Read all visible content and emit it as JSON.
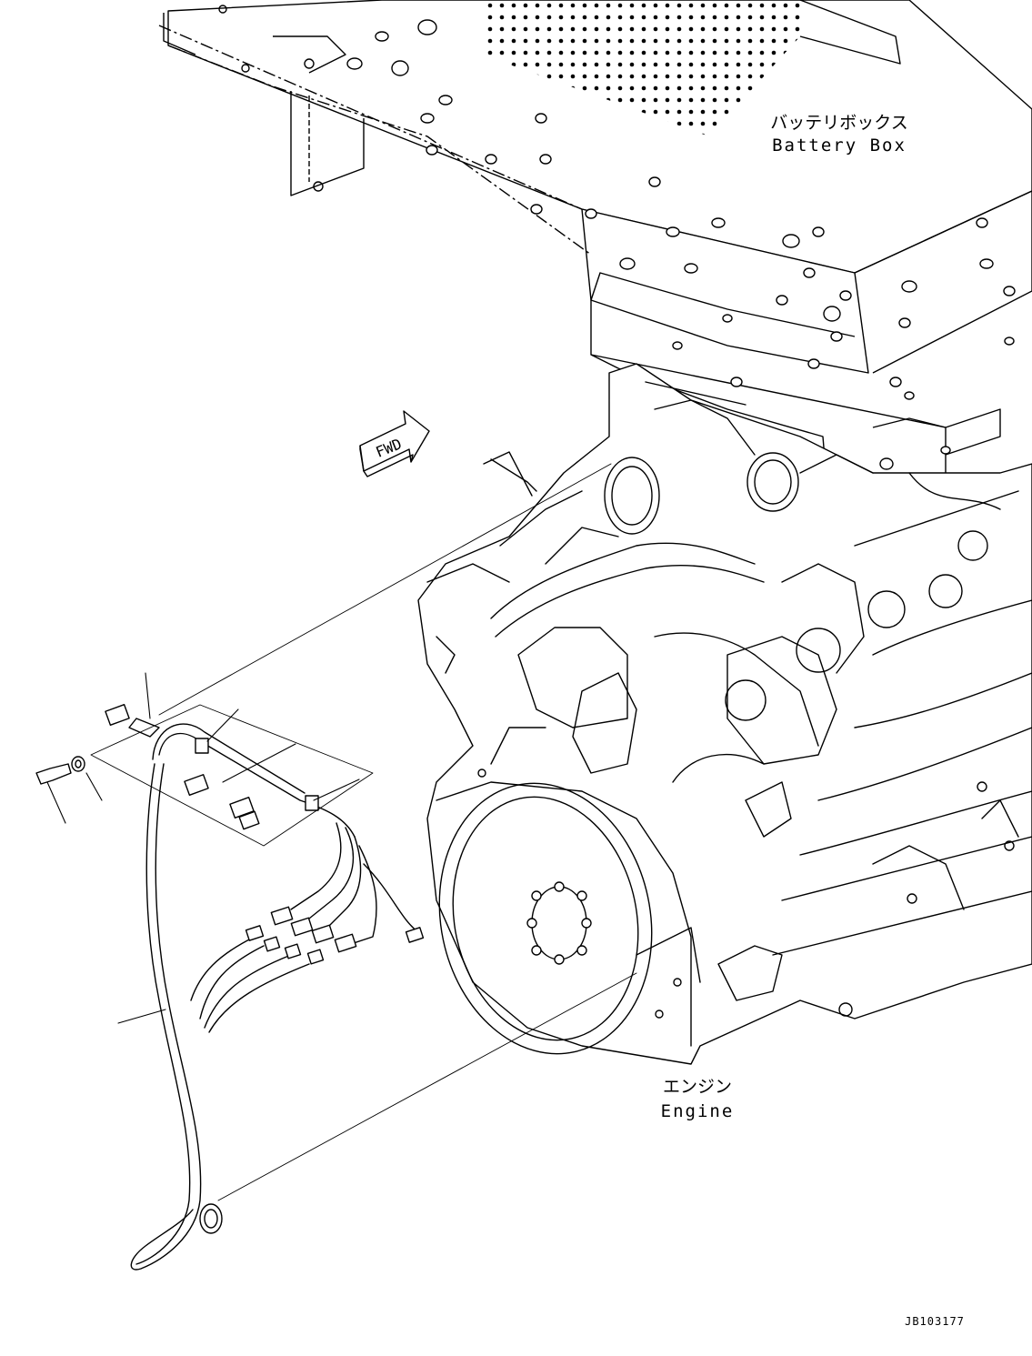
{
  "labels": {
    "battery_box_jp": "バッテリボックス",
    "battery_box_en": "Battery Box",
    "engine_jp": "エンジン",
    "engine_en": "Engine",
    "fwd": "FWD",
    "drawing_code": "JB103177"
  },
  "colors": {
    "line": "#000000",
    "background": "#ffffff"
  }
}
